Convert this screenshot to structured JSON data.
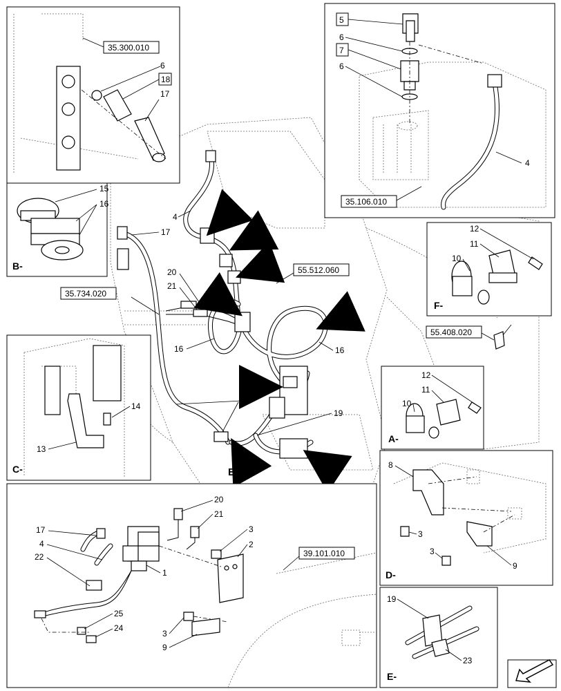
{
  "references": {
    "top_left": "35.300.010",
    "top_right": "35.106.010",
    "mid": "55.512.060",
    "left_mid": "35.734.020",
    "right_mid": "55.408.020",
    "bottom": "39.101.010"
  },
  "views": {
    "B": "B-",
    "C": "C-",
    "D": "D-",
    "E": "E-",
    "F": "F-",
    "A": "A-"
  },
  "arrows": {
    "A": "A",
    "B": "B",
    "C": "C",
    "D": "D",
    "E": "E",
    "F": "F"
  },
  "callouts": {
    "n1": "1",
    "n2": "2",
    "n3": "3",
    "n4": "4",
    "n5": "5",
    "n6": "6",
    "n7": "7",
    "n8": "8",
    "n9": "9",
    "n10": "10",
    "n11": "11",
    "n12": "12",
    "n13": "13",
    "n14": "14",
    "n15": "15",
    "n16": "16",
    "n17": "17",
    "n18": "18",
    "n19": "19",
    "n20": "20",
    "n21": "21",
    "n22": "22",
    "n23": "23",
    "n24": "24",
    "n25": "25"
  }
}
